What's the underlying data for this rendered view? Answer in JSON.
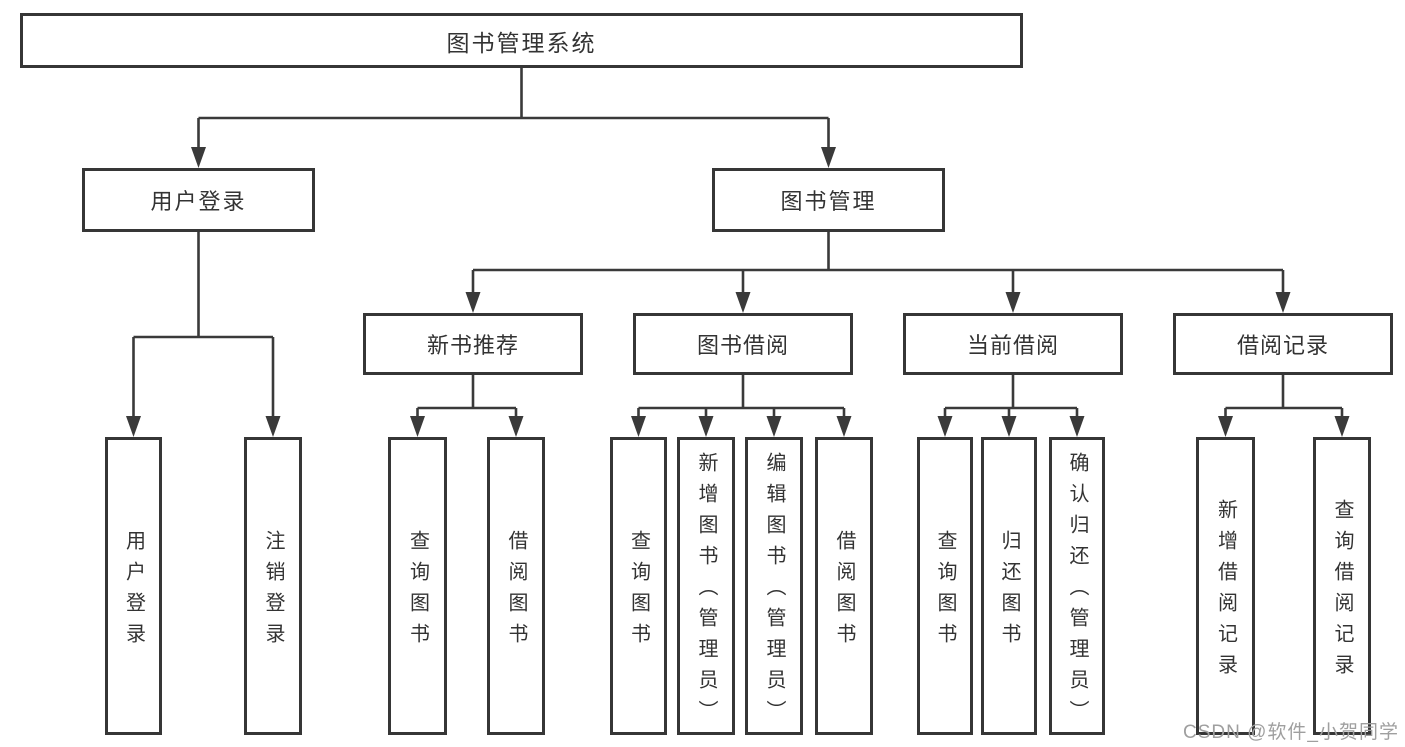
{
  "diagram": {
    "root": {
      "label": "图书管理系统"
    },
    "level2": [
      {
        "label": "用户登录"
      },
      {
        "label": "图书管理"
      }
    ],
    "level3": [
      {
        "label": "新书推荐"
      },
      {
        "label": "图书借阅"
      },
      {
        "label": "当前借阅"
      },
      {
        "label": "借阅记录"
      }
    ],
    "leaves": {
      "user_login": [
        "用户登录",
        "注销登录"
      ],
      "new_book_recommend": [
        "查询图书",
        "借阅图书"
      ],
      "book_borrow": [
        "查询图书",
        "新增图书（管理员）",
        "编辑图书（管理员）",
        "借阅图书"
      ],
      "current_borrow": [
        "查询图书",
        "归还图书",
        "确认归还（管理员）"
      ],
      "borrow_record": [
        "新增借阅记录",
        "查询借阅记录"
      ]
    }
  },
  "watermark": {
    "text": "CSDN @软件_小贺同学"
  },
  "colors": {
    "line": "#3a3a3a",
    "border": "#363636",
    "text": "#333333",
    "watermark": "#9f9f9f",
    "background": "#ffffff"
  }
}
